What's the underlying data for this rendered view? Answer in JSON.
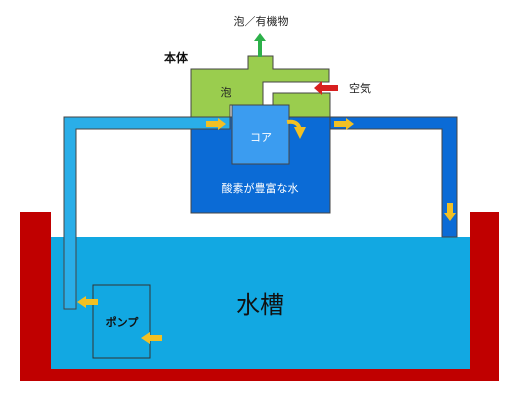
{
  "labels": {
    "foam_output": "泡／有機物",
    "body": "本体",
    "foam": "泡",
    "air": "空気",
    "core": "コア",
    "oxygen_water": "酸素が豊富な水",
    "tank": "水槽",
    "pump": "ポンプ"
  },
  "colors": {
    "tank_wall": "#c00000",
    "tank_water": "#12a8e2",
    "pipe": "#2aaee8",
    "pipe_return": "#0b6bd6",
    "body_water": "#0b6bd6",
    "core": "#3b9cf0",
    "foam_body": "#9acd4e",
    "arrow_flow": "#f2c023",
    "arrow_air": "#d81f1f",
    "arrow_out": "#2db04a"
  }
}
